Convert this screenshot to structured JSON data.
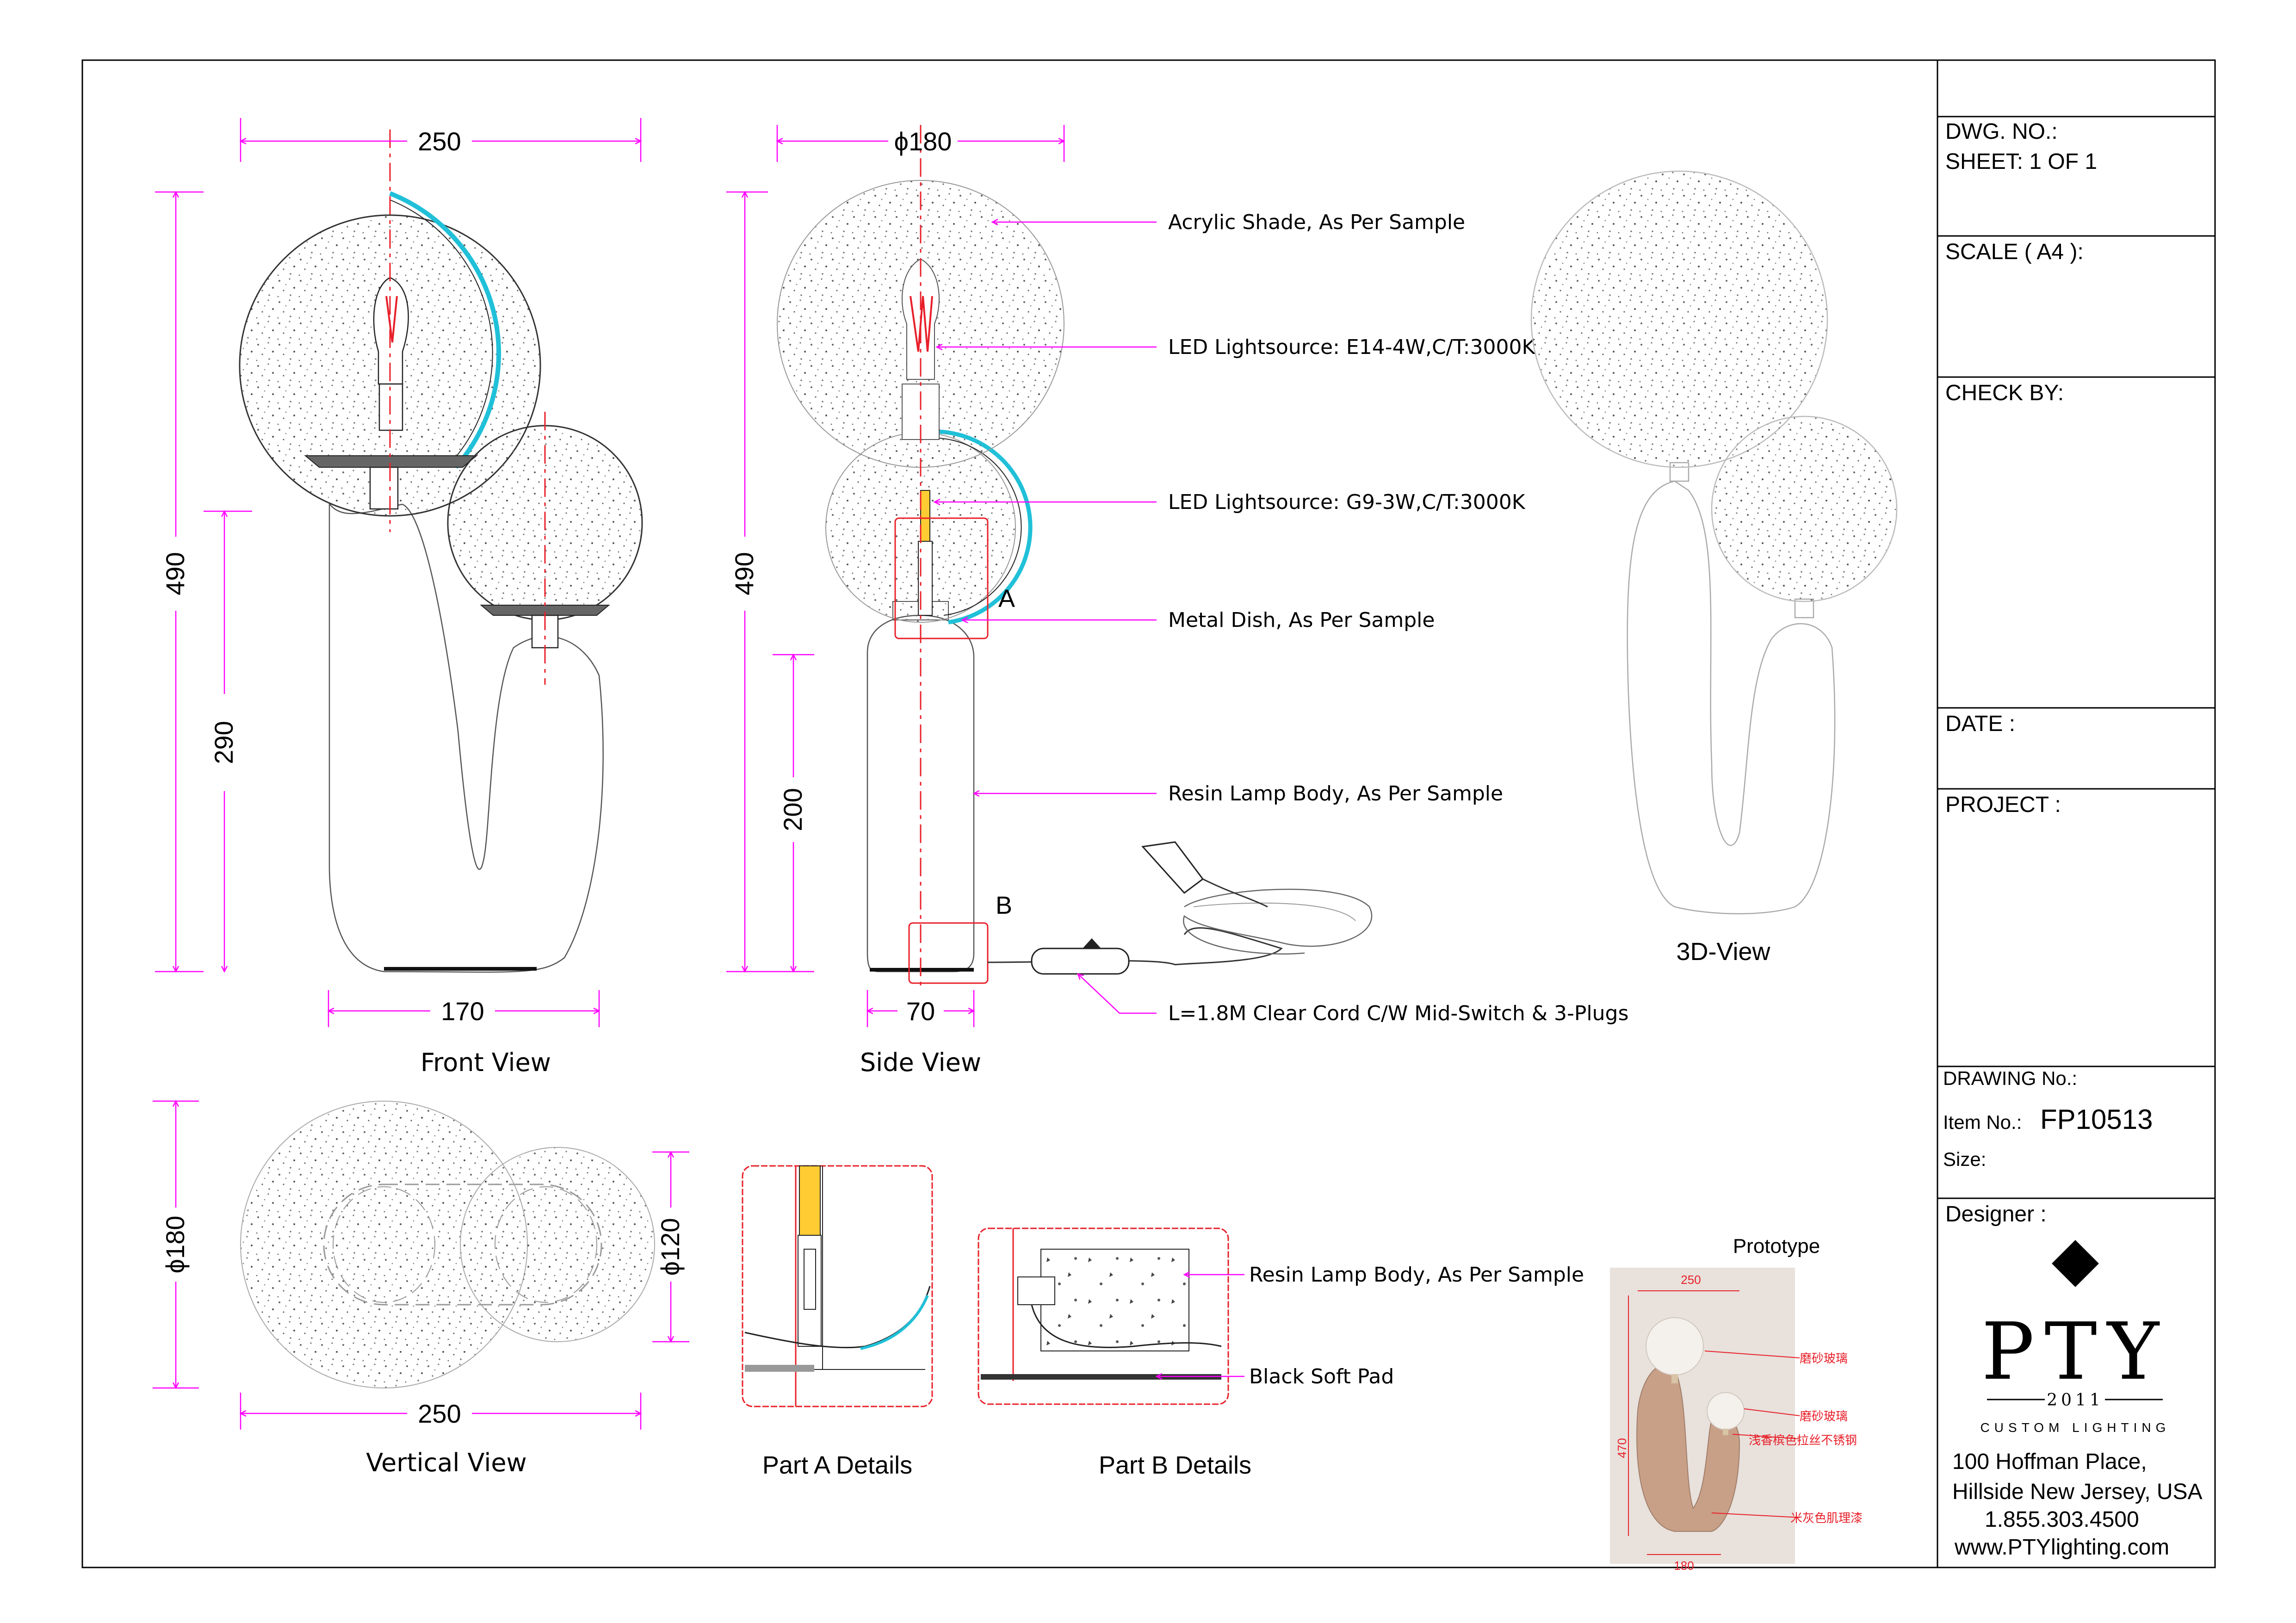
{
  "views": {
    "front": "Front View",
    "side": "Side View",
    "three_d": "3D-View",
    "vertical": "Vertical View",
    "part_a": "Part A Details",
    "part_b": "Part B Details",
    "prototype": "Prototype"
  },
  "dimensions": {
    "front_width": "250",
    "front_height": "490",
    "front_low_height": "290",
    "front_base": "170",
    "side_diameter": "ϕ180",
    "side_height": "490",
    "side_low_height": "200",
    "side_base": "70",
    "vert_diam_large": "ϕ180",
    "vert_diam_small": "ϕ120",
    "vert_width": "250"
  },
  "markers": {
    "a": "A",
    "b": "B"
  },
  "callouts": {
    "acrylic": "Acrylic Shade, As Per Sample",
    "led_e14": "LED Lightsource: E14-4W,C/T:3000K",
    "led_g9": "LED Lightsource: G9-3W,C/T:3000K",
    "metal_dish": "Metal Dish, As Per Sample",
    "resin": "Resin Lamp Body, As Per Sample",
    "cord": "L=1.8M Clear Cord C/W Mid-Switch & 3-Plugs",
    "resin_b": "Resin Lamp Body, As Per Sample",
    "soft_pad": "Black Soft Pad"
  },
  "prototype_labels": {
    "width": "250",
    "height": "470",
    "base": "180",
    "note1": "磨砂玻璃",
    "note2": "磨砂玻璃",
    "note3": "浅香槟色拉丝不锈钢",
    "note4": "米灰色肌理漆"
  },
  "title_block": {
    "dwg_no": "DWG. NO.:",
    "sheet": "SHEET: 1 OF 1",
    "scale": "SCALE ( A4 ):",
    "check_by": "CHECK BY:",
    "date": "DATE :",
    "project": "PROJECT :",
    "drawing_no": "DRAWING No.:",
    "item_no_label": "Item No.:",
    "item_no": "FP10513",
    "size": "Size:",
    "designer": "Designer :"
  },
  "company": {
    "logo": "PTY",
    "year": "2011",
    "tagline": "CUSTOM LIGHTING",
    "address1": "100 Hoffman Place,",
    "address2": "Hillside New Jersey, USA",
    "phone": "1.855.303.4500",
    "website": "www.PTYlighting.com"
  },
  "colors": {
    "dimension": "#ff00ff",
    "centerline": "#e8202a",
    "detail_outline": "#e8202a",
    "reflector": "#20c0d8"
  }
}
